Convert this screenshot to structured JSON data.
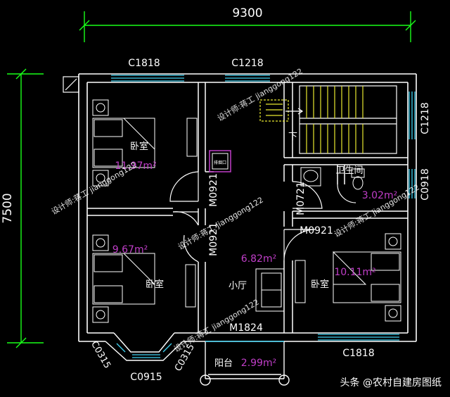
{
  "dimensions": {
    "width_label": "9300",
    "height_label": "7500"
  },
  "windows": {
    "top_left": "C1818",
    "top_mid": "C1218",
    "right_upper": "C1218",
    "right_mid": "C0918",
    "bottom_right": "C1818",
    "bay_left": "C0315",
    "bay_mid": "C0915",
    "bay_right": "C0315"
  },
  "doors": {
    "d1": "M0921",
    "d2": "M0921",
    "d3": "M0721",
    "d4": "M0921",
    "main": "M1824"
  },
  "rooms": {
    "bedroom_nw_name": "卧室",
    "bedroom_nw_area": "11.97m²",
    "bedroom_sw_name": "卧室",
    "bedroom_sw_area": "9.67m²",
    "bedroom_se_name": "卧室",
    "bedroom_se_area": "10.11m²",
    "bath_name": "卫生间",
    "bath_area": "3.02m²",
    "hall_name": "小厅",
    "hall_area": "6.82m²",
    "balcony_name": "阳台",
    "balcony_area": "2.99m²",
    "stair_down": "下",
    "duct_label": "排烟口"
  },
  "watermark": "设计师:蒋工 jianggong122",
  "credit": "头条 @农村自建房图纸",
  "colors": {
    "background": "#000000",
    "wall": "#ffffff",
    "dimension": "#19ff19",
    "area_text": "#c03ec8",
    "window": "#3fd0f0",
    "stair": "#e8e830"
  }
}
